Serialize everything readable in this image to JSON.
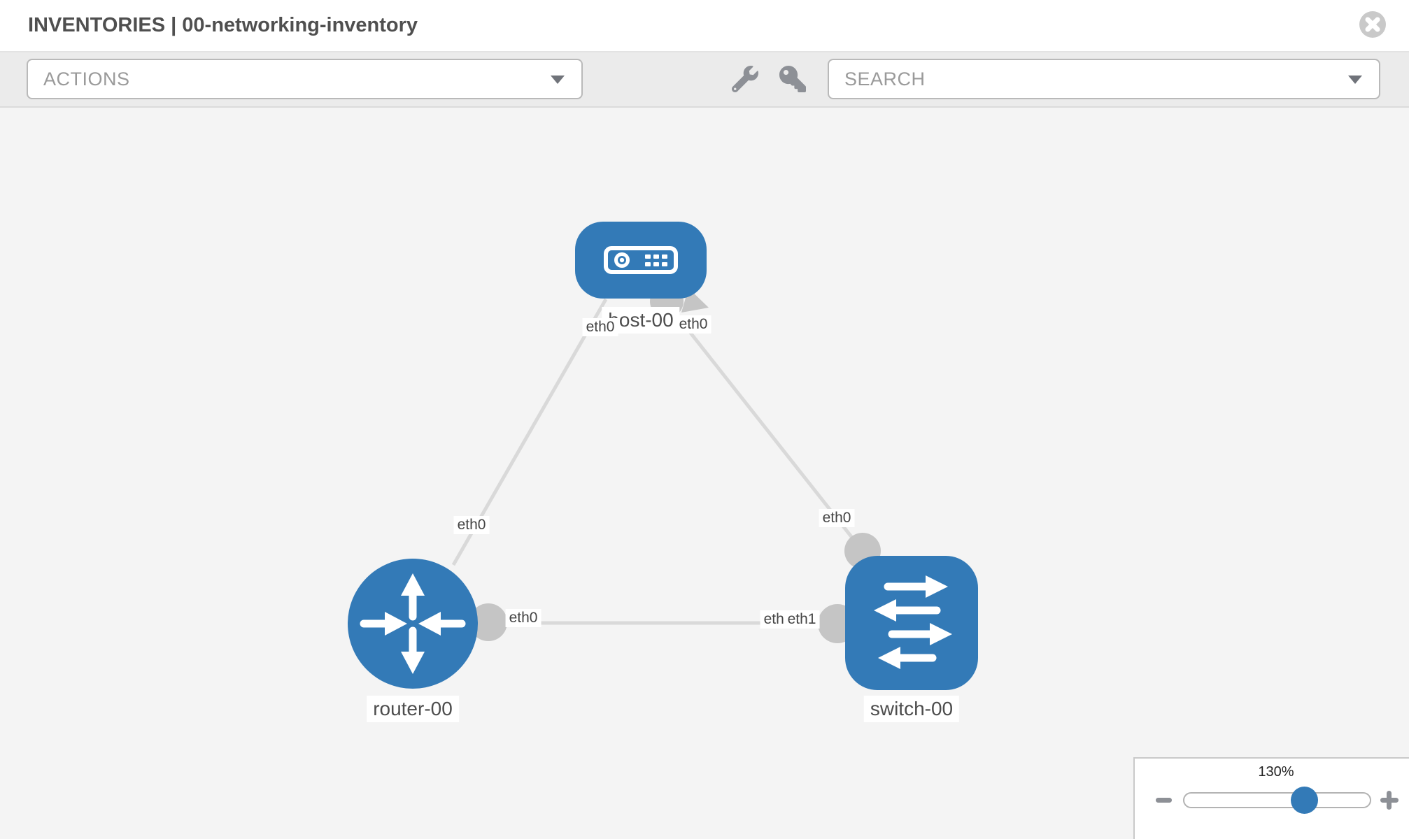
{
  "header": {
    "title": "INVENTORIES | 00-networking-inventory"
  },
  "toolbar": {
    "actions_label": "ACTIONS",
    "search_label": "SEARCH"
  },
  "zoom_control": {
    "level": "130%"
  },
  "topology": {
    "nodes": [
      {
        "label": "host-00",
        "type": "host"
      },
      {
        "label": "router-00",
        "type": "router"
      },
      {
        "label": "switch-00",
        "type": "switch"
      }
    ],
    "links": [
      {
        "source": "host-00",
        "target": "router-00",
        "source_if": "eth0",
        "target_if": "eth0"
      },
      {
        "source": "host-00",
        "target": "switch-00",
        "source_if": "eth0",
        "target_if": "eth0"
      },
      {
        "source": "router-00",
        "target": "switch-00",
        "source_if": "eth0",
        "target_if": "eth1"
      }
    ]
  },
  "colors": {
    "node-blue": "#337ab7",
    "link-gray": "#d9d9d9",
    "port-gray": "#c5c5c5",
    "canvas-bg": "#f4f4f4",
    "toolbar-bg": "#ebebeb",
    "icon-gray": "#8d9096",
    "text-dark": "#4f4f4f",
    "placeholder-gray": "#9a9a9a"
  }
}
